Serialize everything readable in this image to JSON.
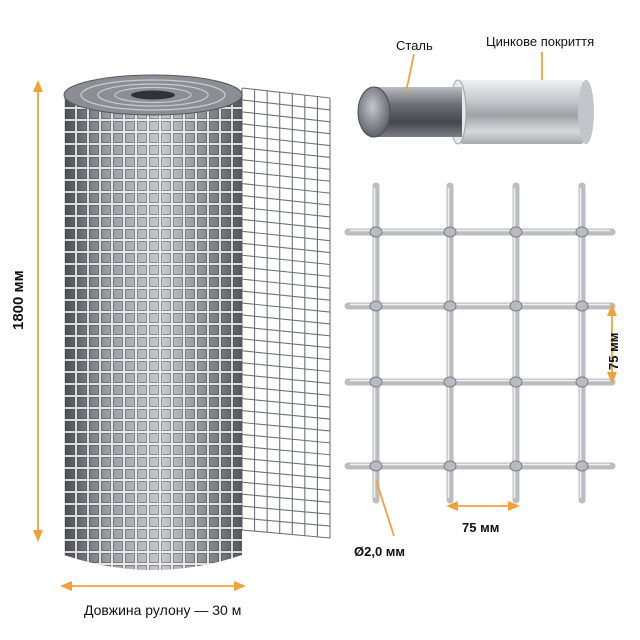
{
  "dimensions": {
    "height_label": "1800 мм",
    "roll_length_label": "Довжина рулону — 30 м"
  },
  "wire_section": {
    "steel_label": "Сталь",
    "zinc_label": "Цинкове покриття"
  },
  "mesh_detail": {
    "cell_height_label": "75 мм",
    "cell_width_label": "75 мм",
    "wire_diameter_label": "Ø2,0 мм"
  },
  "colors": {
    "accent": "#f0a23a",
    "wire": "#8a8d92",
    "wire_light": "#d6d8db"
  }
}
